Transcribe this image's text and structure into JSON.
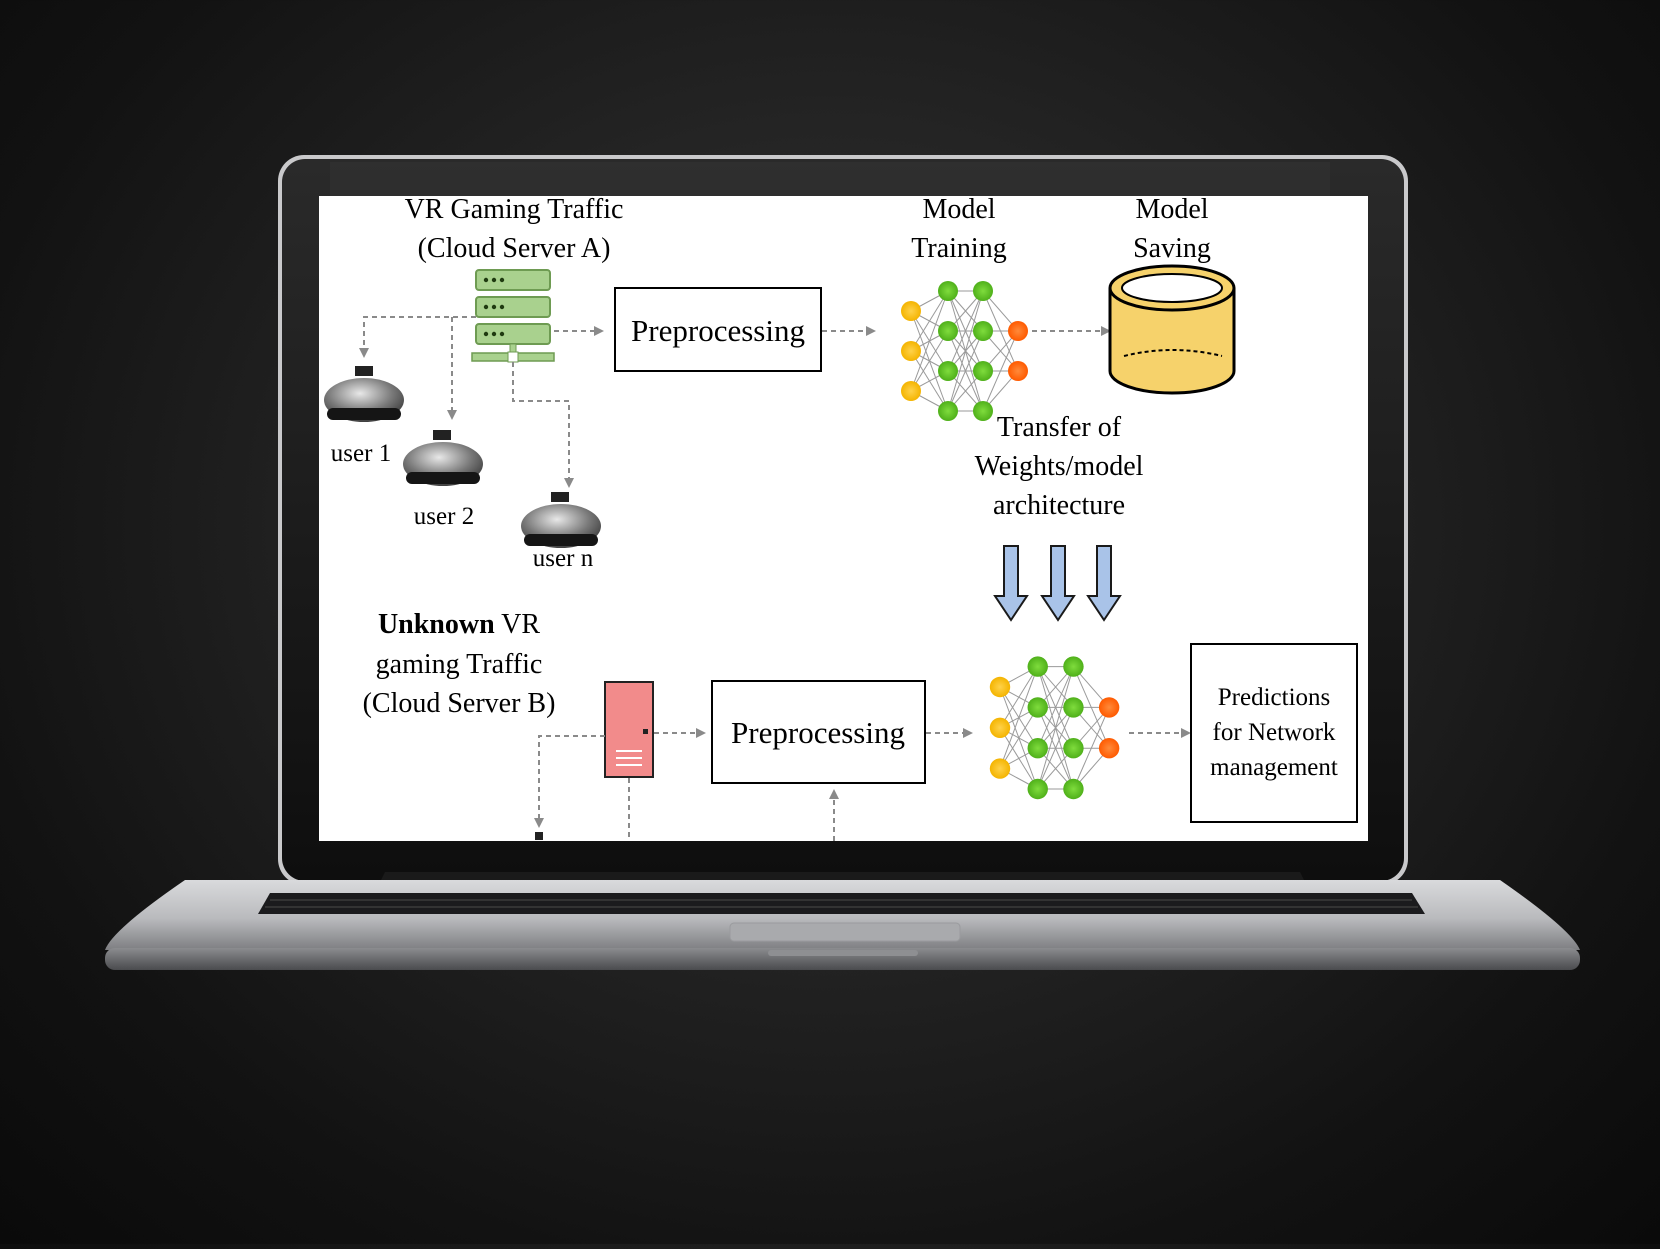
{
  "colors": {
    "background": "#1a1a1a",
    "server_a": "#a9d18e",
    "server_b": "#f28b8b",
    "node_yellow": "#f4b400",
    "node_green": "#5bbf21",
    "node_orange": "#ff6a00",
    "transfer_arrow": "#a9c3e8",
    "database": "#f6d26b"
  },
  "diagram": {
    "top": {
      "source_title_line1": "VR Gaming Traffic",
      "source_title_line2": "(Cloud Server A)",
      "preprocessing_label": "Preprocessing",
      "training_line1": "Model",
      "training_line2": "Training",
      "saving_line1": "Model",
      "saving_line2": "Saving",
      "users": [
        "user 1",
        "user 2",
        "user n"
      ]
    },
    "transfer": {
      "line1": "Transfer of",
      "line2": "Weights/model",
      "line3": "architecture"
    },
    "bottom": {
      "source_title_bold": "Unknown",
      "source_title_line1_rest": " VR",
      "source_title_line2": "gaming Traffic",
      "source_title_line3": "(Cloud Server B)",
      "preprocessing_label": "Preprocessing",
      "predictions_line1": "Predictions",
      "predictions_line2": "for Network",
      "predictions_line3": "management"
    }
  },
  "icons": [
    "server-icon",
    "vr-headset-icon",
    "neural-network-icon",
    "database-icon",
    "arrow-icon"
  ]
}
